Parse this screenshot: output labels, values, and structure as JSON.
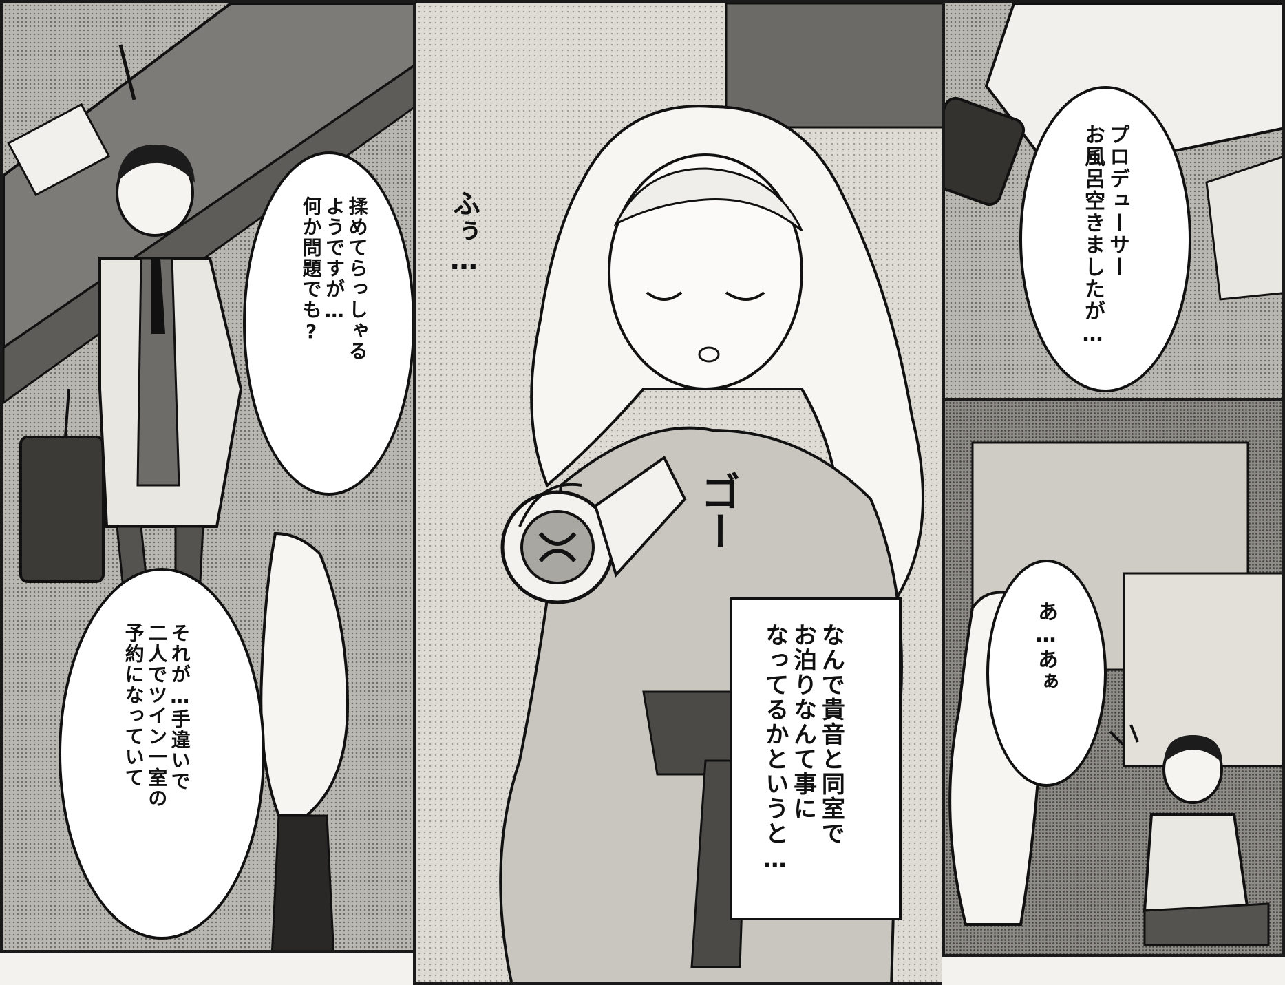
{
  "panels": {
    "left": {
      "bubble_top": [
        "揉めてらっしゃる",
        "ようですが…",
        "何か問題でも?"
      ],
      "bubble_bottom": [
        "それが…手違いで",
        "二人でツイン一室の",
        "予約になっていて"
      ]
    },
    "center": {
      "sfx_sigh": "ふぅ…",
      "sfx_dryer": "ゴー",
      "narration": [
        "なんで貴音と同室で",
        "お泊りなんて事に",
        "なってるかというと…"
      ]
    },
    "right_top": {
      "bubble": [
        "プロデューサー",
        "お風呂空きましたが…"
      ]
    },
    "right_bottom": {
      "bubble": [
        "あ…あぁ"
      ]
    }
  },
  "colors": {
    "ink": "#111111",
    "paper": "#f4f2ee",
    "tone": "#b9b7b1"
  }
}
